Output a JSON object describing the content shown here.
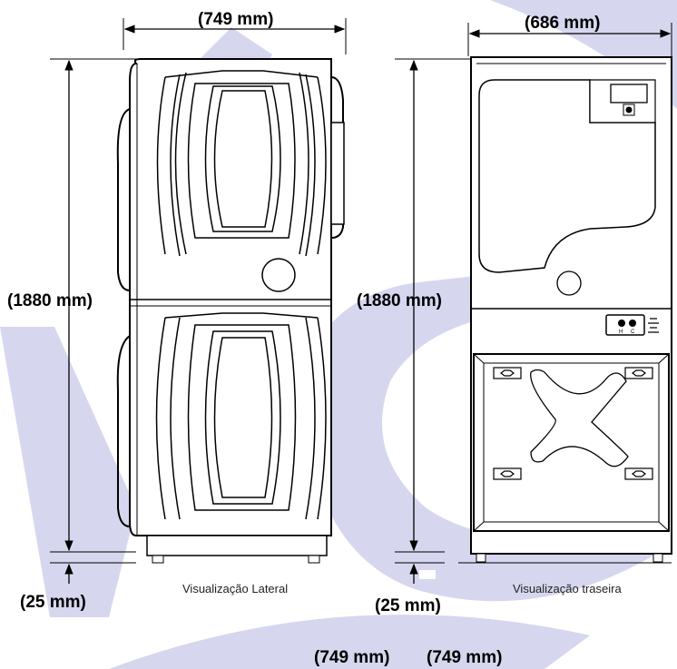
{
  "side_view": {
    "width_label": "(749 mm)",
    "height_label": "(1880 mm)",
    "foot_label": "(25 mm)",
    "caption": "Visualização Lateral"
  },
  "rear_view": {
    "width_label": "(686 mm)",
    "height_label": "(1880 mm)",
    "foot_label": "(25 mm)",
    "caption": "Visualização traseira"
  },
  "footer": {
    "label_1": "(749 mm)",
    "label_2": "(749 mm)"
  },
  "connector_letters": {
    "hot": "H",
    "cold": "C"
  },
  "colors": {
    "watermark": "#cfd0ec",
    "line": "#000000"
  }
}
